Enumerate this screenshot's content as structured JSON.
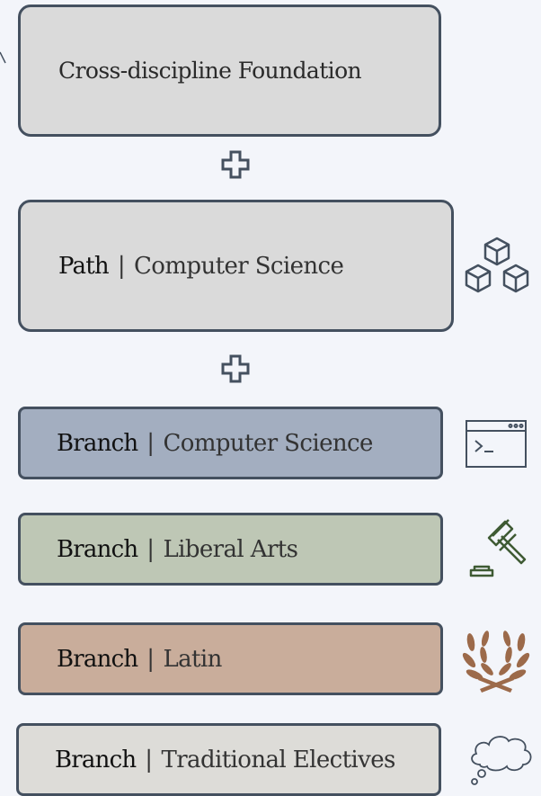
{
  "foundation": {
    "label": "Cross-discipline Foundation"
  },
  "path": {
    "kind": "Path",
    "separator": "|",
    "name": "Computer Science"
  },
  "branches": [
    {
      "kind": "Branch",
      "separator": "|",
      "name": "Computer Science",
      "color": "#a3aec0",
      "icon": "terminal-window-icon"
    },
    {
      "kind": "Branch",
      "separator": "|",
      "name": "Liberal Arts",
      "color": "#bec7b5",
      "icon": "gavel-icon"
    },
    {
      "kind": "Branch",
      "separator": "|",
      "name": "Latin",
      "color": "#c9ad9b",
      "icon": "laurel-wreath-icon"
    },
    {
      "kind": "Branch",
      "separator": "|",
      "name": "Traditional Electives",
      "color": "#dddcd8",
      "icon": "thought-bubble-icon"
    }
  ],
  "connectors": [
    "plus-icon",
    "plus-icon"
  ],
  "path_icon": "cubes-icon",
  "colors": {
    "border": "#44505f",
    "background": "#f3f5fa",
    "box_gray": "#dadada"
  }
}
